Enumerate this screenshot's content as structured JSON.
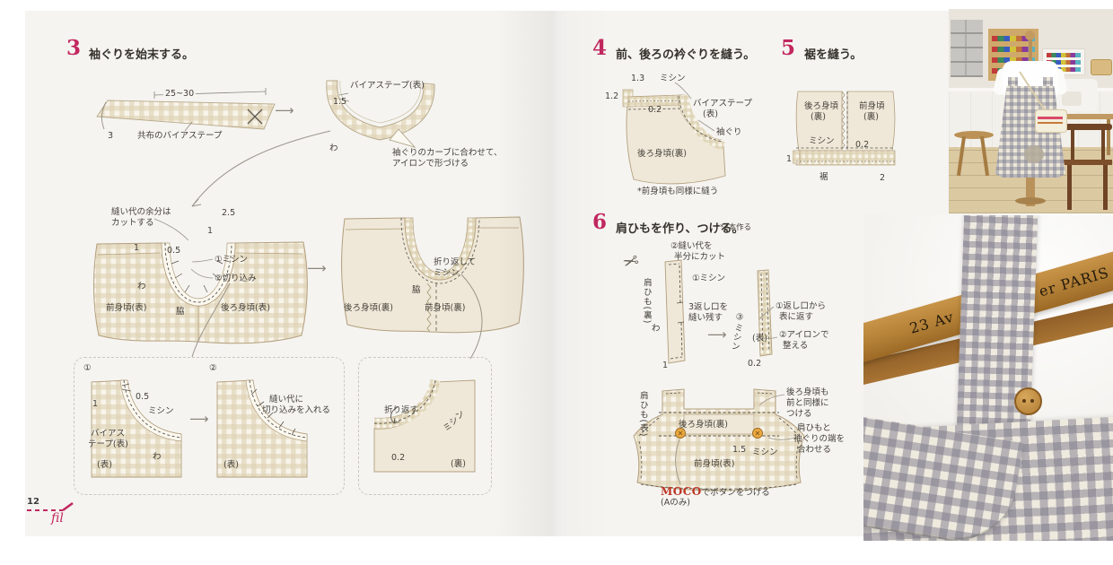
{
  "colors": {
    "accent": "#c2275f",
    "moco_red": "#bc3524"
  },
  "footer": {
    "page_number": "12",
    "brand": "fil"
  },
  "step3": {
    "number": "3",
    "title": "袖ぐりを始末する。",
    "strip": {
      "measure": "25~30",
      "width": "3",
      "caption": "共布のバイアステープ"
    },
    "crescent": {
      "tape": "バイアステープ(表)",
      "width": "1.5",
      "fold": "わ",
      "note1": "袖ぐりのカーブに合わせて、",
      "note2": "アイロンで形づける"
    },
    "front_view": {
      "trim1": "縫い代の余分は",
      "trim2": "カットする",
      "m_25": "2.5",
      "m_1_left": "1",
      "m_05": "0.5",
      "m_1_right": "1",
      "stitch": "①ミシン",
      "clip": "②切り込み",
      "fold": "わ",
      "front": "前身頃(表)",
      "side": "脇",
      "back": "後ろ身頃(表)"
    },
    "back_view": {
      "fold1": "折り返して",
      "fold2": "ミシン",
      "side": "脇",
      "back": "後ろ身頃(裏)",
      "front": "前身頃(裏)"
    },
    "detail_a": {
      "label1": "①",
      "label2": "②",
      "m_1": "1",
      "m_05": "0.5",
      "stitch": "ミシン",
      "bias1": "バイアス",
      "bias2": "テープ(表)",
      "fold": "わ",
      "face1": "(表)",
      "note1": "縫い代に",
      "note2": "切り込みを入れる",
      "face2": "(表)"
    },
    "detail_b": {
      "fold": "折り返す",
      "stitch": "ミシン",
      "m_02": "0.2",
      "face": "(裏)"
    }
  },
  "step4": {
    "number": "4",
    "title": "前、後ろの衿ぐりを縫う。",
    "m_13": "1.3",
    "stitch": "ミシン",
    "m_12": "1.2",
    "m_02": "0.2",
    "bias1": "バイアステープ",
    "bias2": "(表)",
    "armhole": "袖ぐり",
    "body": "後ろ身頃(裏)",
    "note": "*前身頃も同様に縫う"
  },
  "step5": {
    "number": "5",
    "title": "裾を縫う。",
    "back1": "後ろ身頃",
    "back2": "(裏)",
    "front1": "前身頃",
    "front2": "(裏)",
    "stitch": "ミシン",
    "m_02": "0.2",
    "m_1": "1",
    "hem": "裾",
    "m_2": "2"
  },
  "step6": {
    "number": "6",
    "title": "肩ひもを作り、つける。",
    "note": "*2本作る",
    "strap_a": {
      "cut1": "②縫い代を",
      "cut2": "半分にカット",
      "stitch": "①ミシン",
      "name": "肩ひも(裏)",
      "open1": "3返し口を",
      "open2": "縫い残す",
      "fold": "わ",
      "m_1": "1"
    },
    "strap_b": {
      "turn1": "①返し口から",
      "turn2": "表に返す",
      "iron1": "②アイロンで",
      "iron2": "整える",
      "stitch": "③ミシン",
      "face": "(表)",
      "m_02": "0.2"
    },
    "attach": {
      "strap": "肩ひも(表)",
      "back": "後ろ身頃(裏)",
      "front": "前身頃(表)",
      "same1": "後ろ身頃も",
      "same2": "前と同様に",
      "same3": "つける",
      "align1": "肩ひもと",
      "align2": "袖ぐりの端を",
      "align3": "合わせる",
      "m_15": "1.5",
      "stitch": "ミシン",
      "moco": "MOCO",
      "moco_rest": "でボタンをつける",
      "moco_note": "(Aのみ)"
    }
  },
  "photos": {
    "hanger_text_left": "23 Av",
    "hanger_text_right": "er PARIS"
  }
}
